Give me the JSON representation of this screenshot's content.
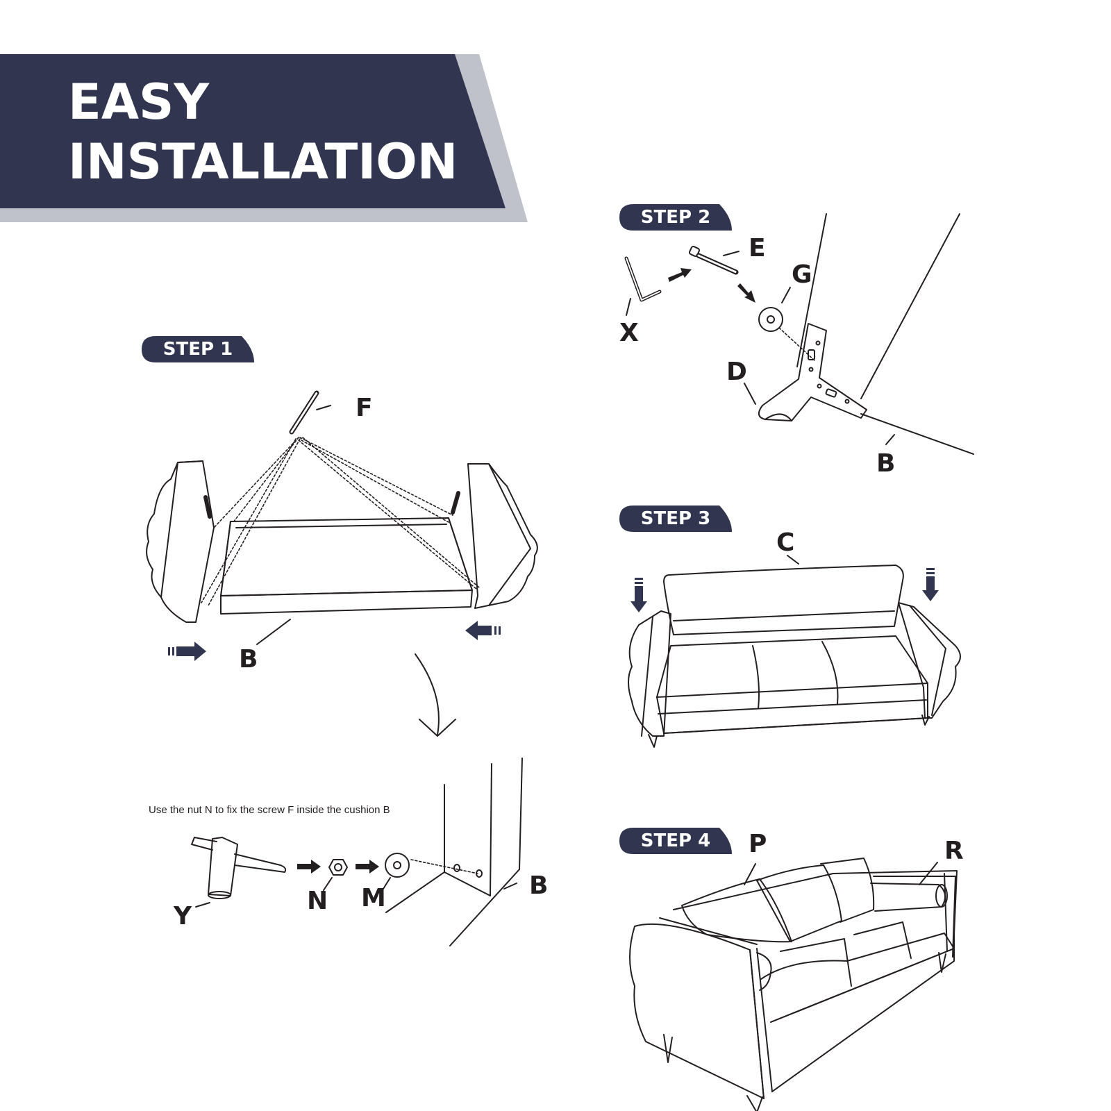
{
  "banner": {
    "title_line1": "EASY",
    "title_line2": "INSTALLATION",
    "bg_color": "#31354f",
    "accent_color": "#bfc2cb"
  },
  "steps": {
    "step1": "STEP 1",
    "step2": "STEP 2",
    "step3": "STEP 3",
    "step4": "STEP 4"
  },
  "labels": {
    "f": "F",
    "b1": "B",
    "b2": "B",
    "b3": "B",
    "y": "Y",
    "n": "N",
    "m": "M",
    "x": "X",
    "e": "E",
    "g": "G",
    "d": "D",
    "c": "C",
    "p": "P",
    "r": "R"
  },
  "note": "Use the nut N to fix the screw F inside the cushion B",
  "colors": {
    "line": "#231f20",
    "arrow_navy": "#31354f"
  }
}
